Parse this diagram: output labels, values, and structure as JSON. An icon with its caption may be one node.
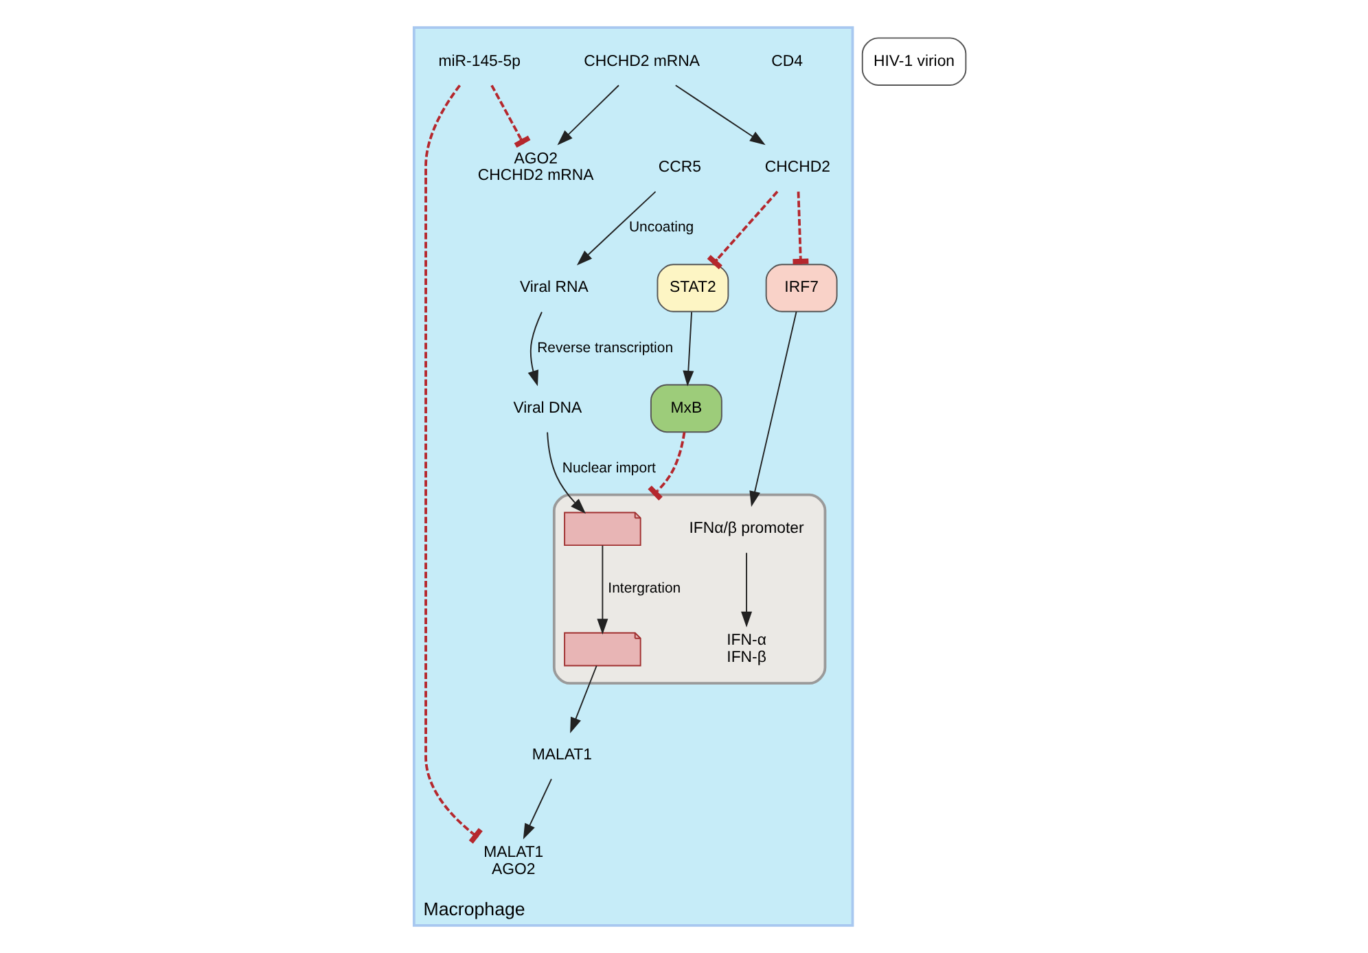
{
  "diagram": {
    "nodes": [
      {
        "text": [
          "Macrophage"
        ]
      },
      {
        "text": [
          "HIV-1 virion"
        ]
      },
      {
        "text": [
          "CD4"
        ],
        "in": 0
      },
      {
        "text": [
          "CCR5"
        ],
        "in": 0
      },
      {
        "text": [
          "Viral RNA"
        ],
        "in": 0
      },
      {
        "text": [
          "Viral DNA"
        ],
        "in": 0
      },
      {
        "text": [],
        "shape": "ellipse",
        "in": 0
      },
      {
        "text": [],
        "shape": "picture",
        "in": 6
      },
      {
        "text": [],
        "shape": "picture",
        "in": 6
      },
      {
        "text": [
          "IFNα/β promoter"
        ],
        "in": 6
      },
      {
        "text": [
          "IFN-α",
          "IFN-β"
        ],
        "in": 6
      },
      {
        "text": [
          "STAT2"
        ],
        "in": 0
      },
      {
        "text": [
          "MxB"
        ],
        "in": 0
      },
      {
        "text": [
          "IRF7"
        ],
        "in": 0
      },
      {
        "text": [
          "CHCHD2"
        ],
        "in": 0
      },
      {
        "text": [
          "CHCHD2 mRNA"
        ],
        "in": 0
      },
      {
        "text": [
          "MALAT1"
        ],
        "in": 0
      },
      {
        "text": [
          "MALAT1",
          "AGO2"
        ],
        "in": 0
      },
      {
        "text": [
          "AGO2",
          "CHCHD2 mRNA"
        ],
        "in": 0
      },
      {
        "text": [
          "miR-145-5p"
        ],
        "in": 0
      }
    ],
    "edges": [
      {
        "from": 3,
        "to": 4,
        "arrow": "to",
        "label": "Uncoating"
      },
      {
        "from": 4,
        "to": 5,
        "arrow": "to",
        "label": "Reverse transcription"
      },
      {
        "from": 5,
        "to": 7,
        "arrow": "to",
        "label": "Nuclear import"
      },
      {
        "from": 7,
        "to": 8,
        "arrow": "to",
        "label": "Intergration"
      },
      {
        "from": 8,
        "to": 16,
        "arrow": "to"
      },
      {
        "from": 16,
        "to": 17,
        "arrow": "to"
      },
      {
        "from": 15,
        "to": 14,
        "arrow": "to"
      },
      {
        "from": 15,
        "to": 18,
        "arrow": "to"
      },
      {
        "from": 19,
        "to": 18,
        "arrow": "other",
        "style": "dashed",
        "color": "#b5272d"
      },
      {
        "from": 19,
        "to": 17,
        "arrow": "other",
        "style": "dashed",
        "color": "#b5272d"
      },
      {
        "from": 14,
        "to": 11,
        "arrow": "other",
        "style": "dashed",
        "color": "#b5272d"
      },
      {
        "from": 14,
        "to": 13,
        "arrow": "other",
        "style": "dashed",
        "color": "#b5272d"
      },
      {
        "from": 11,
        "to": 12,
        "arrow": "to"
      },
      {
        "from": 12,
        "to": 6,
        "arrow": "other",
        "style": "dashed",
        "color": "#b5272d"
      },
      {
        "from": 13,
        "to": 9,
        "arrow": "to"
      },
      {
        "from": 9,
        "to": 10,
        "arrow": "to"
      }
    ]
  }
}
